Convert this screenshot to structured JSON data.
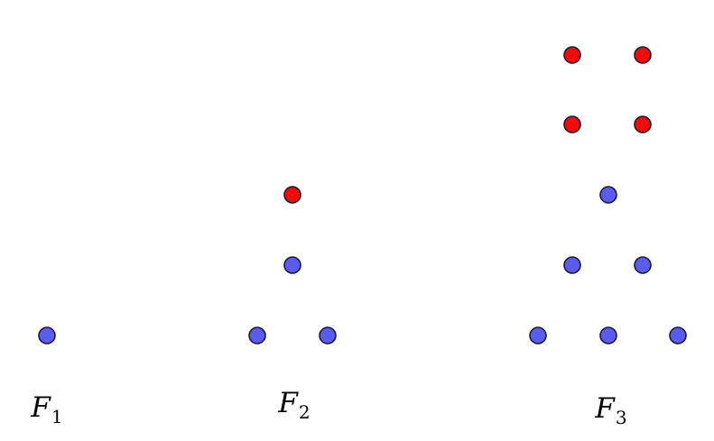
{
  "colors": {
    "blue_dot": "#5a5cf0",
    "red_dot": "#f50a0a",
    "outline": "#1a1a3a"
  },
  "figures": [
    {
      "id": "F1",
      "label": {
        "symbol": "F",
        "subscript": "1"
      },
      "dots": [
        {
          "color": "blue"
        }
      ]
    },
    {
      "id": "F2",
      "label": {
        "symbol": "F",
        "subscript": "2"
      },
      "dots": [
        {
          "color": "red"
        },
        {
          "color": "blue"
        },
        {
          "color": "blue"
        },
        {
          "color": "blue"
        }
      ]
    },
    {
      "id": "F3",
      "label": {
        "symbol": "F",
        "subscript": "3"
      },
      "dots": [
        {
          "color": "red"
        },
        {
          "color": "red"
        },
        {
          "color": "red"
        },
        {
          "color": "red"
        },
        {
          "color": "blue"
        },
        {
          "color": "blue"
        },
        {
          "color": "blue"
        },
        {
          "color": "blue"
        },
        {
          "color": "blue"
        },
        {
          "color": "blue"
        }
      ]
    }
  ]
}
